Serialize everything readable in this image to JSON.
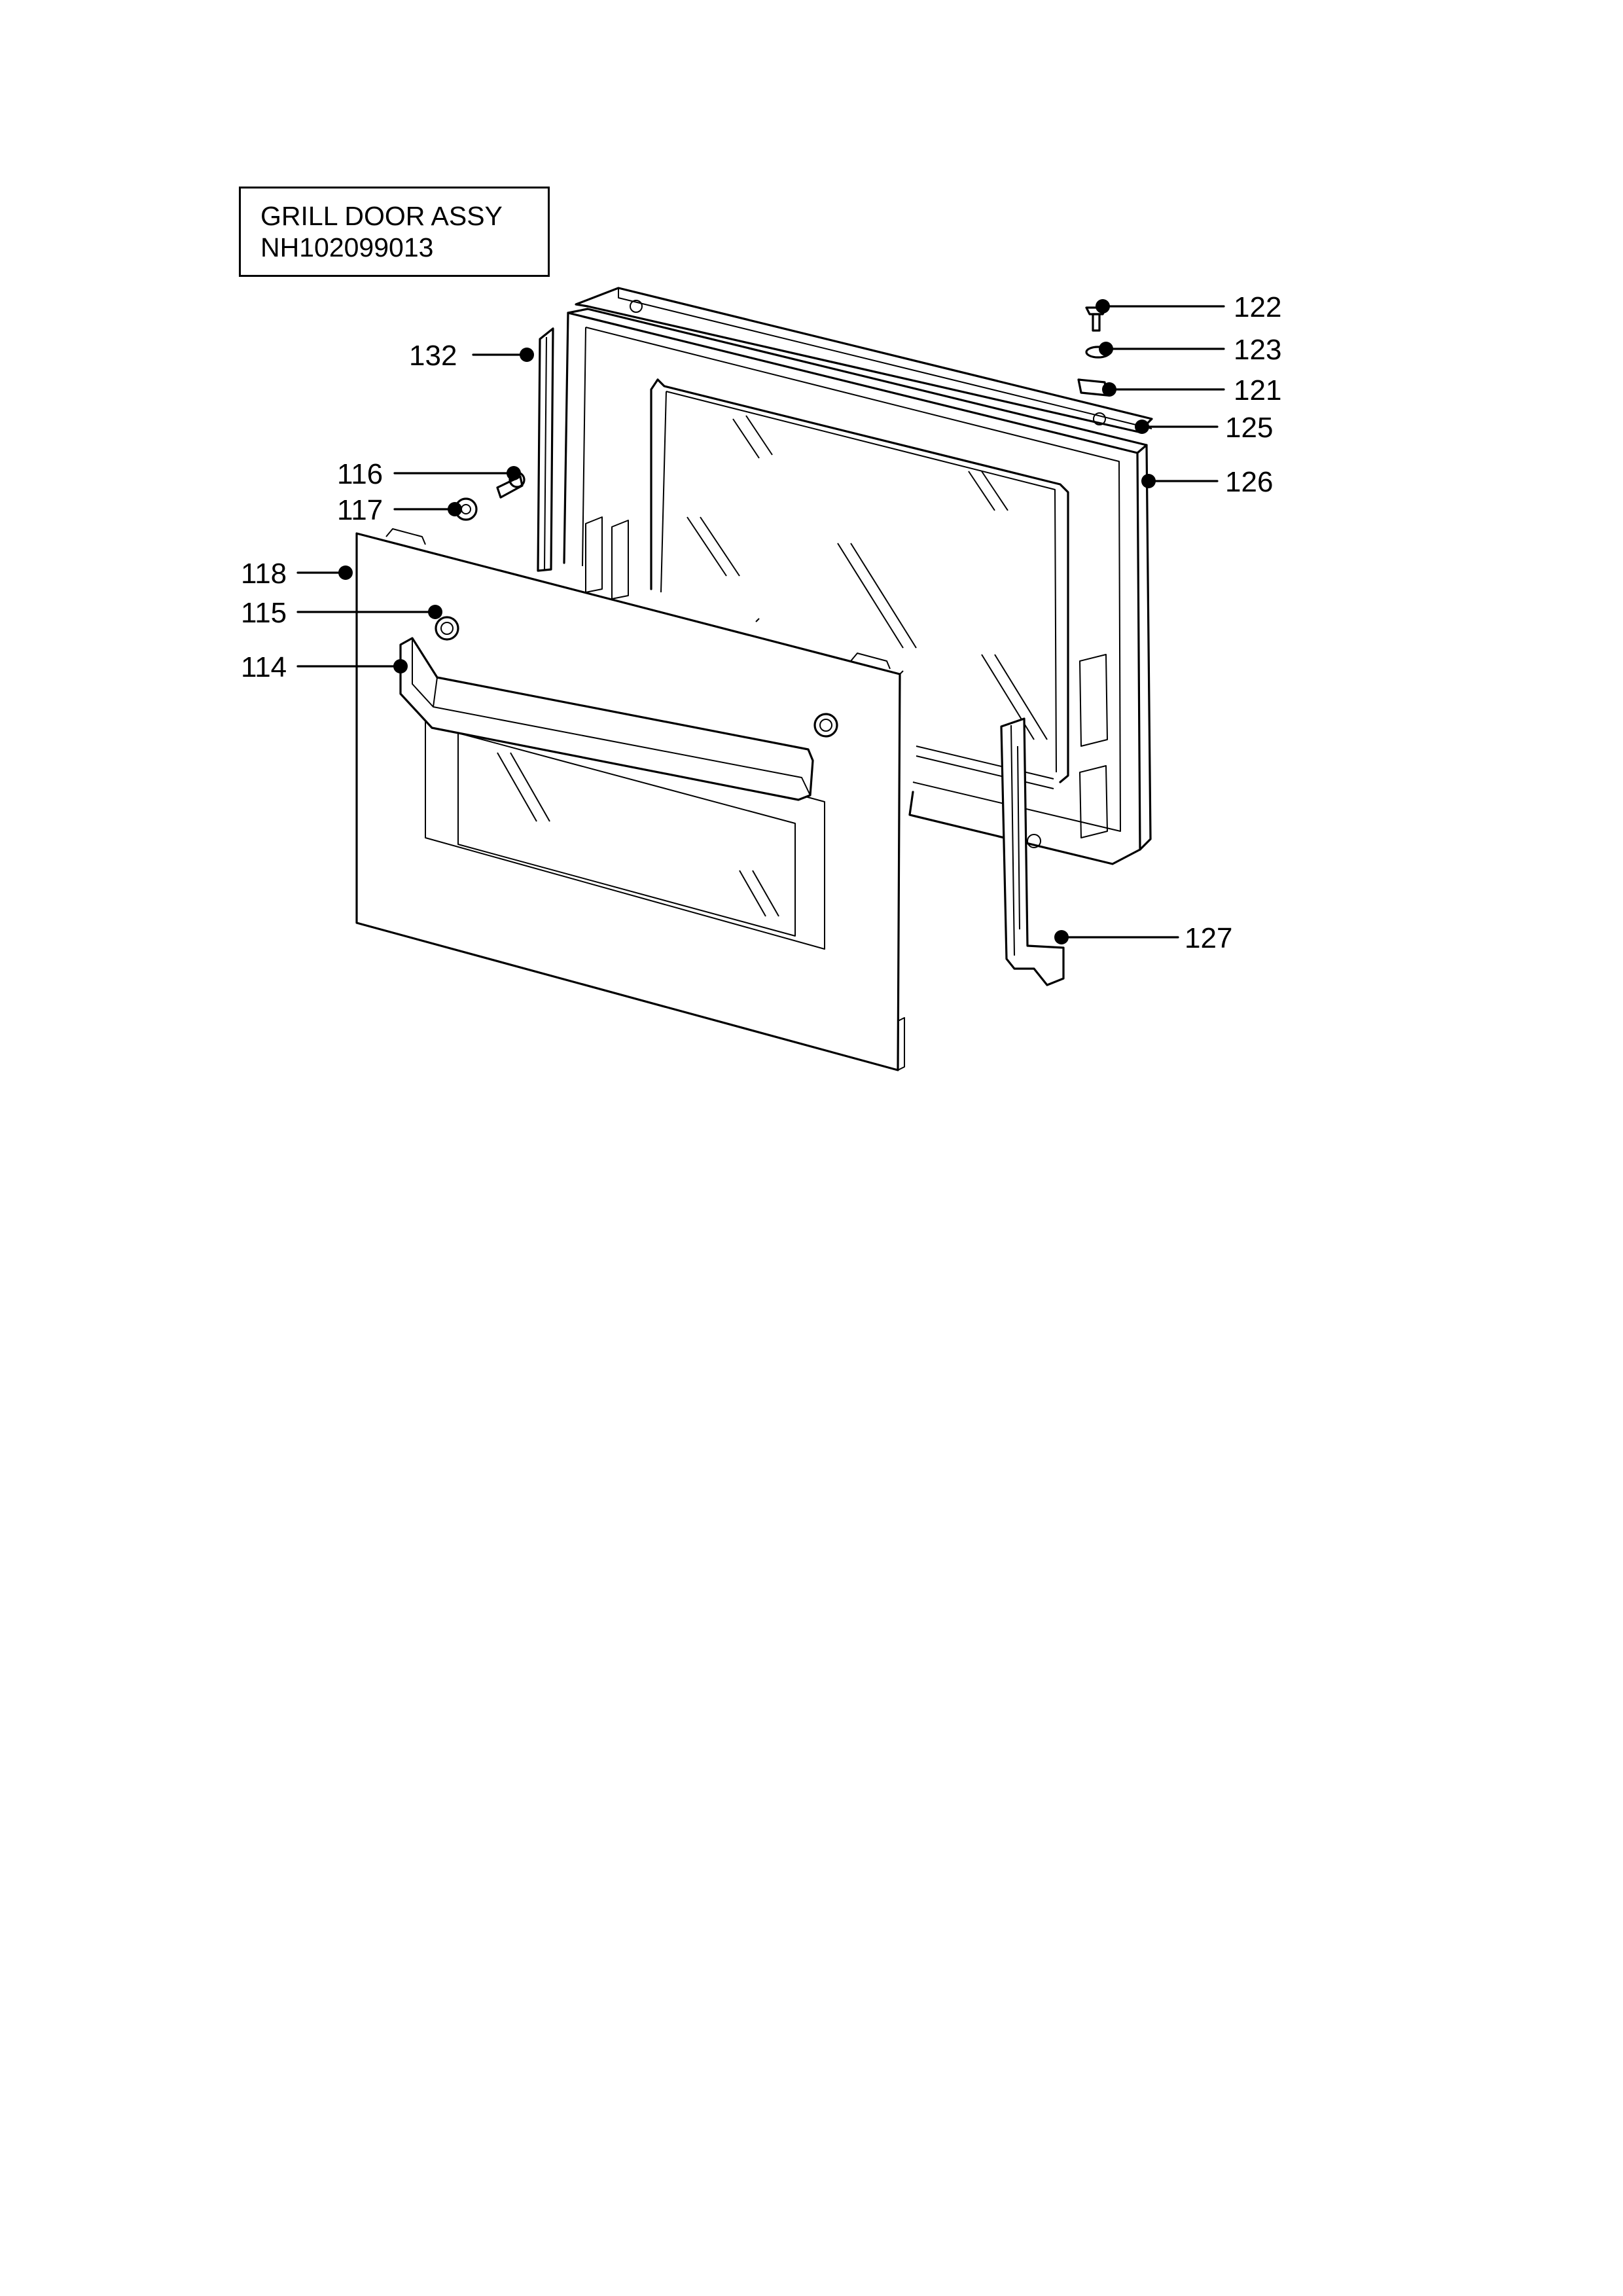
{
  "assembly": {
    "title": "GRILL DOOR ASSY",
    "code": "NH102099013"
  },
  "callouts": [
    {
      "id": "c122",
      "label": "122"
    },
    {
      "id": "c123",
      "label": "123"
    },
    {
      "id": "c121",
      "label": "121"
    },
    {
      "id": "c125",
      "label": "125"
    },
    {
      "id": "c126",
      "label": "126"
    },
    {
      "id": "c132",
      "label": "132"
    },
    {
      "id": "c116",
      "label": "116"
    },
    {
      "id": "c117",
      "label": "117"
    },
    {
      "id": "c118",
      "label": "118"
    },
    {
      "id": "c115",
      "label": "115"
    },
    {
      "id": "c114",
      "label": "114"
    },
    {
      "id": "c127",
      "label": "127"
    }
  ]
}
